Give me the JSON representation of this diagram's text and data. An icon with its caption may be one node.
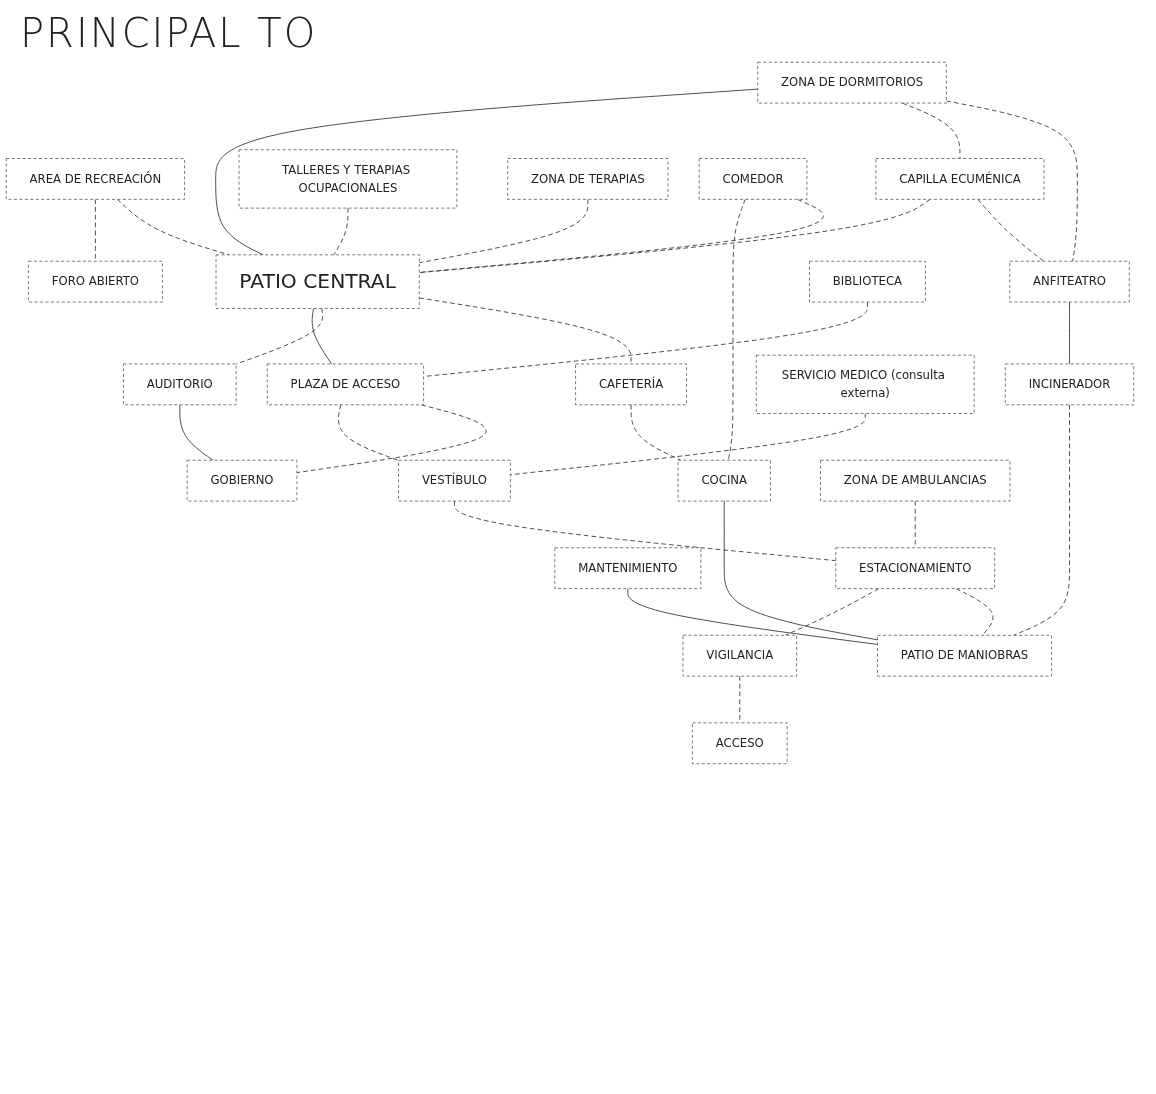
{
  "diagram": {
    "title": "PRINCIPAL TO",
    "nodes": [
      {
        "text": [
          "ZONA DE DORMITORIOS"
        ]
      },
      {
        "text": [
          "CAPILLA ECUMÉNICA"
        ]
      },
      {
        "text": [
          "ANFITEATRO"
        ]
      },
      {
        "text": [
          "AREA DE RECREACIÓN"
        ]
      },
      {
        "text": [
          "FORO ABIERTO"
        ]
      },
      {
        "text": [
          "INCINERADOR"
        ]
      },
      {
        "text": [
          "COMEDOR"
        ]
      },
      {
        "text": [
          "COCINA"
        ]
      },
      {
        "text": [
          "TALLERES Y TERAPIAS OCUPACIONALES"
        ]
      },
      {
        "text": [
          "PATIO CENTRAL"
        ]
      },
      {
        "text": [
          "CAFETERÍA"
        ]
      },
      {
        "text": [
          "ZONA DE TERAPIAS"
        ]
      },
      {
        "text": [
          "AUDITORIO"
        ]
      },
      {
        "text": [
          "BIBLIOTECA"
        ]
      },
      {
        "text": [
          "PLAZA DE ACCESO"
        ]
      },
      {
        "text": [
          "GOBIERNO"
        ]
      },
      {
        "text": [
          "MANTENIMIENTO"
        ]
      },
      {
        "text": [
          "SERVICIO MEDICO (consulta externa)"
        ]
      },
      {
        "text": [
          "VESTÍBULO"
        ]
      },
      {
        "text": [
          "ZONA DE AMBULANCIAS"
        ]
      },
      {
        "text": [
          "ESTACIONAMIENTO"
        ]
      },
      {
        "text": [
          "PATIO DE MANIOBRAS"
        ]
      },
      {
        "text": [
          "VIGILANCIA"
        ]
      },
      {
        "text": [
          "ACCESO"
        ]
      }
    ],
    "edges": [
      {
        "from": 0,
        "to": 2,
        "arrow": "none",
        "style": "dashed"
      },
      {
        "from": 0,
        "to": 1,
        "arrow": "none",
        "style": "dashed"
      },
      {
        "from": 0,
        "to": 9,
        "arrow": "none"
      },
      {
        "from": 1,
        "to": 2,
        "arrow": "none",
        "style": "dashed"
      },
      {
        "from": 3,
        "to": 9,
        "arrow": "none",
        "style": "dashed"
      },
      {
        "from": 3,
        "to": 4,
        "arrow": "none",
        "style": "dashed"
      },
      {
        "from": 1,
        "to": 9,
        "arrow": "none",
        "style": "dashed"
      },
      {
        "from": 2,
        "to": 5,
        "arrow": "none"
      },
      {
        "from": 5,
        "to": 21,
        "arrow": "none",
        "style": "dashed"
      },
      {
        "from": 6,
        "to": 9,
        "arrow": "none",
        "style": "dashed"
      },
      {
        "from": 6,
        "to": 7,
        "arrow": "none",
        "style": "dashed"
      },
      {
        "from": 7,
        "to": 21,
        "arrow": "none"
      },
      {
        "from": 8,
        "to": 9,
        "arrow": "none",
        "style": "dashed"
      },
      {
        "from": 9,
        "to": 10,
        "arrow": "none",
        "style": "dashed"
      },
      {
        "from": 10,
        "to": 7,
        "arrow": "none",
        "style": "dashed"
      },
      {
        "from": 11,
        "to": 9,
        "arrow": "none",
        "style": "dashed"
      },
      {
        "from": 9,
        "to": 12,
        "arrow": "none",
        "style": "dashed"
      },
      {
        "from": 12,
        "to": 15,
        "arrow": "none"
      },
      {
        "from": 9,
        "to": 14,
        "arrow": "none"
      },
      {
        "from": 13,
        "to": 14,
        "arrow": "none",
        "style": "dashed"
      },
      {
        "from": 14,
        "to": 15,
        "arrow": "none",
        "style": "dashed"
      },
      {
        "from": 14,
        "to": 18,
        "arrow": "none",
        "style": "dashed"
      },
      {
        "from": 17,
        "to": 18,
        "arrow": "none",
        "style": "dashed"
      },
      {
        "from": 18,
        "to": 20,
        "arrow": "none",
        "style": "dashed"
      },
      {
        "from": 19,
        "to": 20,
        "arrow": "none",
        "style": "dashed"
      },
      {
        "from": 20,
        "to": 21,
        "arrow": "none",
        "style": "dashed"
      },
      {
        "from": 16,
        "to": 21,
        "arrow": "none"
      },
      {
        "from": 20,
        "to": 22,
        "arrow": "none",
        "style": "dashed"
      },
      {
        "from": 22,
        "to": 23,
        "arrow": "none",
        "style": "dashed"
      }
    ]
  }
}
